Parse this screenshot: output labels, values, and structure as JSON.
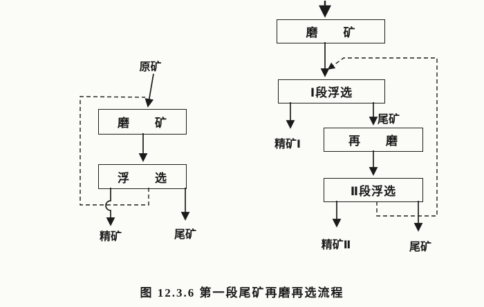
{
  "figure": {
    "caption": "图 12.3.6  第一段尾矿再磨再选流程",
    "ink_color": "#1b1b1b",
    "paper_color": "#fbfbf8"
  },
  "left_flow": {
    "feed_label": "原矿",
    "grind_box_label": "磨　　矿",
    "flotation_box_label": "浮　　选",
    "concentrate_label": "精矿",
    "tailings_label": "尾矿"
  },
  "right_flow": {
    "grind_box_label": "磨　　矿",
    "stage1_flotation_box_label": "Ⅰ段浮选",
    "concentrate1_label": "精矿Ⅰ",
    "stage1_tailings_label": "尾矿",
    "regrind_box_label": "再　　磨",
    "stage2_flotation_box_label": "Ⅱ段浮选",
    "concentrate2_label": "精矿Ⅱ",
    "final_tailings_label": "尾矿"
  }
}
